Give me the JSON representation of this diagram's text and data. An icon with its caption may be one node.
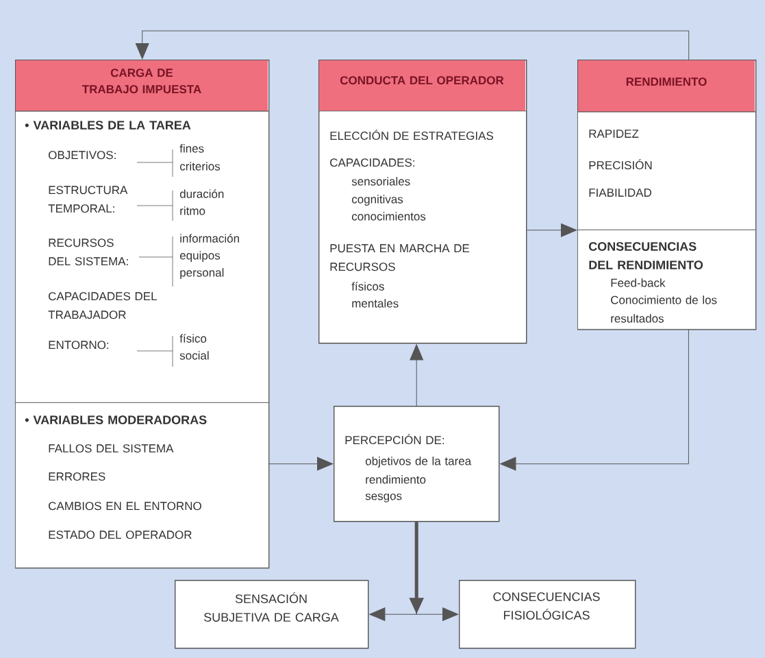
{
  "diagram": {
    "nodes": [
      {
        "text": [
          "CARGA DE TRABAJO IMPUESTA"
        ]
      },
      {
        "text": [
          "• VARIABLES DE LA TAREA",
          "OBJETIVOS:",
          "fines",
          "criterios",
          "ESTRUCTURA TEMPORAL:",
          "duración",
          "ritmo",
          "RECURSOS DEL SISTEMA:",
          "información",
          "equipos",
          "personal",
          "CAPACIDADES DEL TRABAJADOR",
          "ENTORNO:",
          "físico",
          "social"
        ],
        "in": 0
      },
      {
        "text": [
          "• VARIABLES MODERADORAS",
          "FALLOS DEL SISTEMA",
          "ERRORES",
          "CAMBIOS EN EL ENTORNO",
          "ESTADO DEL OPERADOR"
        ],
        "in": 0
      },
      {
        "text": [
          "CONDUCTA DEL OPERADOR",
          "ELECCIÓN DE ESTRATEGIAS",
          "CAPACIDADES:",
          "sensoriales",
          "cognitivas",
          "conocimientos",
          "PUESTA EN MARCHA DE RECURSOS",
          "físicos",
          "mentales"
        ]
      },
      {
        "text": [
          "RENDIMIENTO"
        ]
      },
      {
        "text": [
          "RAPIDEZ",
          "PRECISIÓN",
          "FIABILIDAD"
        ],
        "in": 4
      },
      {
        "text": [
          "CONSECUENCIAS DEL RENDIMIENTO",
          "Feed-back",
          "Conocimiento de los resultados"
        ],
        "in": 4
      },
      {
        "text": [
          "PERCEPCIÓN DE:",
          "objetivos de la tarea",
          "rendimiento",
          "sesgos"
        ]
      },
      {
        "text": [
          "SENSACIÓN SUBJETIVA DE CARGA"
        ]
      },
      {
        "text": [
          "CONSECUENCIAS FISIOLÓGICAS"
        ]
      }
    ],
    "edges": [
      {
        "from": 4,
        "to": 0,
        "arrow": "to"
      },
      {
        "from": 3,
        "to": 4,
        "arrow": "to"
      },
      {
        "from": 2,
        "to": 7,
        "arrow": "to"
      },
      {
        "from": 6,
        "to": 7,
        "arrow": "to"
      },
      {
        "from": 7,
        "to": 3,
        "arrow": "to"
      },
      {
        "from": 7,
        "to": 8,
        "arrow": "to"
      },
      {
        "from": 7,
        "to": 9,
        "arrow": "to"
      }
    ]
  }
}
